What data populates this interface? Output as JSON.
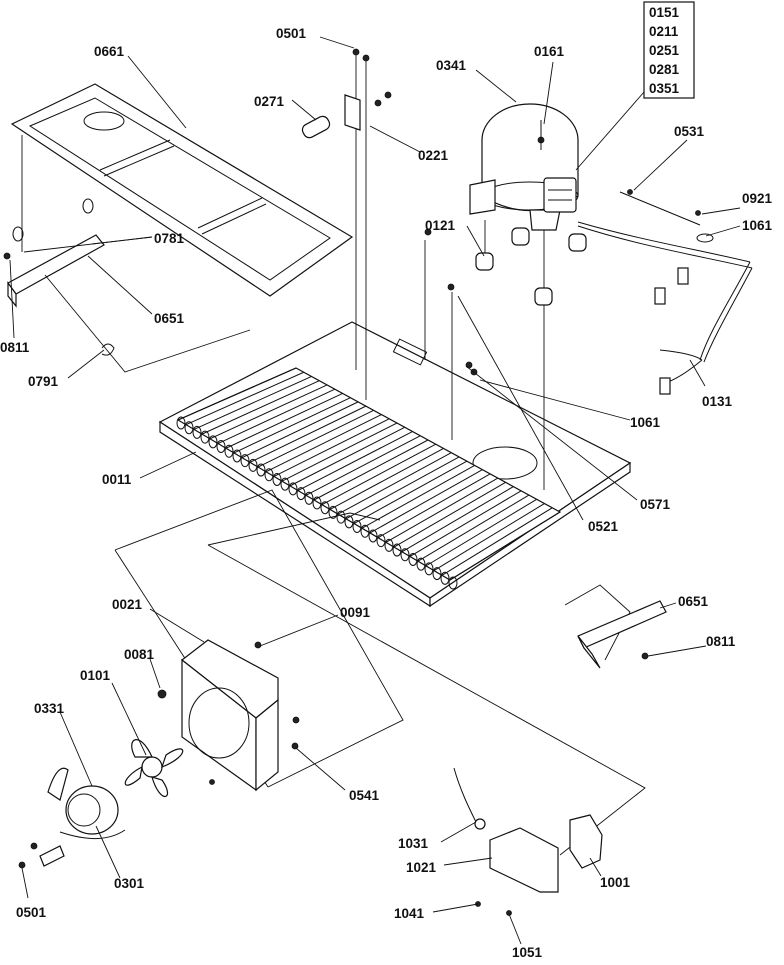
{
  "callouts": {
    "c0501_top": "0501",
    "c0661": "0661",
    "c0271": "0271",
    "c0221": "0221",
    "c0341": "0341",
    "c0161": "0161",
    "c0531": "0531",
    "c0921": "0921",
    "c1061_right": "1061",
    "c0121": "0121",
    "c0781": "0781",
    "c0651_left": "0651",
    "c0811_left": "0811",
    "c0791": "0791",
    "c0131": "0131",
    "c1061_mid": "1061",
    "c0011": "0011",
    "c0571": "0571",
    "c0521": "0521",
    "c0021": "0021",
    "c0091": "0091",
    "c0651_right": "0651",
    "c0811_right": "0811",
    "c0081": "0081",
    "c0101": "0101",
    "c0331": "0331",
    "c0541": "0541",
    "c1031": "1031",
    "c1021": "1021",
    "c1001": "1001",
    "c0301": "0301",
    "c1041": "1041",
    "c0501_bottom": "0501",
    "c1051": "1051"
  },
  "boxed_group": [
    "0151",
    "0211",
    "0251",
    "0281",
    "0351"
  ]
}
